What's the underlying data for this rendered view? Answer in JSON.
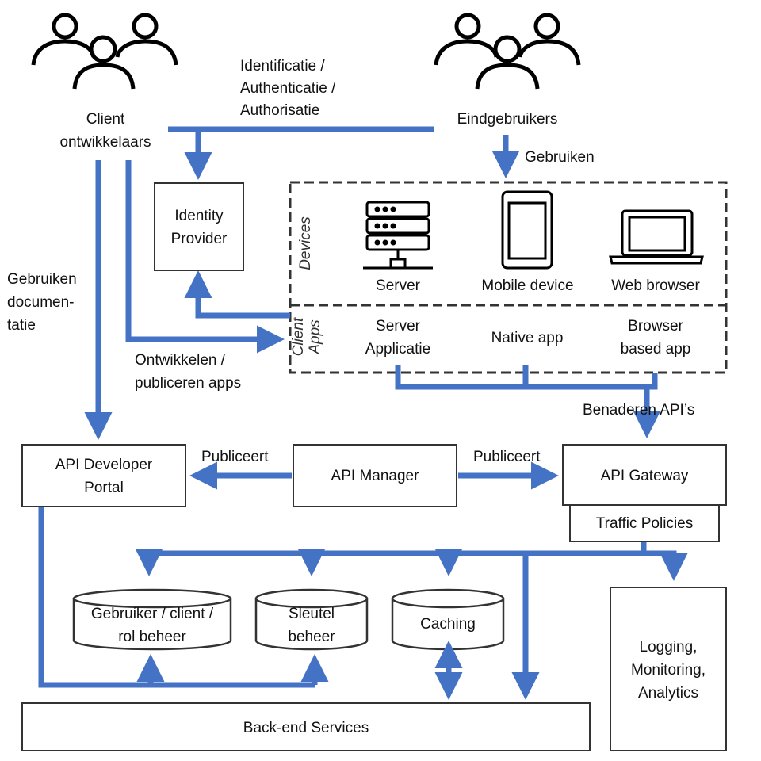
{
  "actors": {
    "developers": "Client\nontwikkelaars",
    "end_users": "Eindgebruikers"
  },
  "flows": {
    "identification": "Identificatie /\nAuthenticatie /\nAuthorisatie",
    "use": "Gebruiken",
    "use_docs": "Gebruiken\ndocumen-\ntatie",
    "develop_publish": "Ontwikkelen /\npubliceren apps",
    "access_apis": "Benaderen API’s",
    "publishes_left": "Publiceert",
    "publishes_right": "Publiceert"
  },
  "components": {
    "identity_provider": "Identity\nProvider",
    "api_developer_portal": "API Developer\nPortal",
    "api_manager": "API Manager",
    "api_gateway": "API Gateway",
    "traffic_policies": "Traffic Policies",
    "logging": "Logging,\nMonitoring,\nAnalytics",
    "backend": "Back-end Services"
  },
  "devices_group": {
    "title": "Devices",
    "items": [
      "Server",
      "Mobile device",
      "Web browser"
    ]
  },
  "client_apps_group": {
    "title": "Client\nApps",
    "items": [
      "Server\nApplicatie",
      "Native app",
      "Browser\nbased app"
    ]
  },
  "datastores": {
    "user_role": "Gebruiker / client /\nrol beheer",
    "key_mgmt": "Sleutel\nbeheer",
    "caching": "Caching"
  },
  "colors": {
    "arrow": "#4472C4",
    "border": "#333333"
  },
  "icons": [
    "users-icon",
    "server-icon",
    "tablet-icon",
    "laptop-icon"
  ]
}
